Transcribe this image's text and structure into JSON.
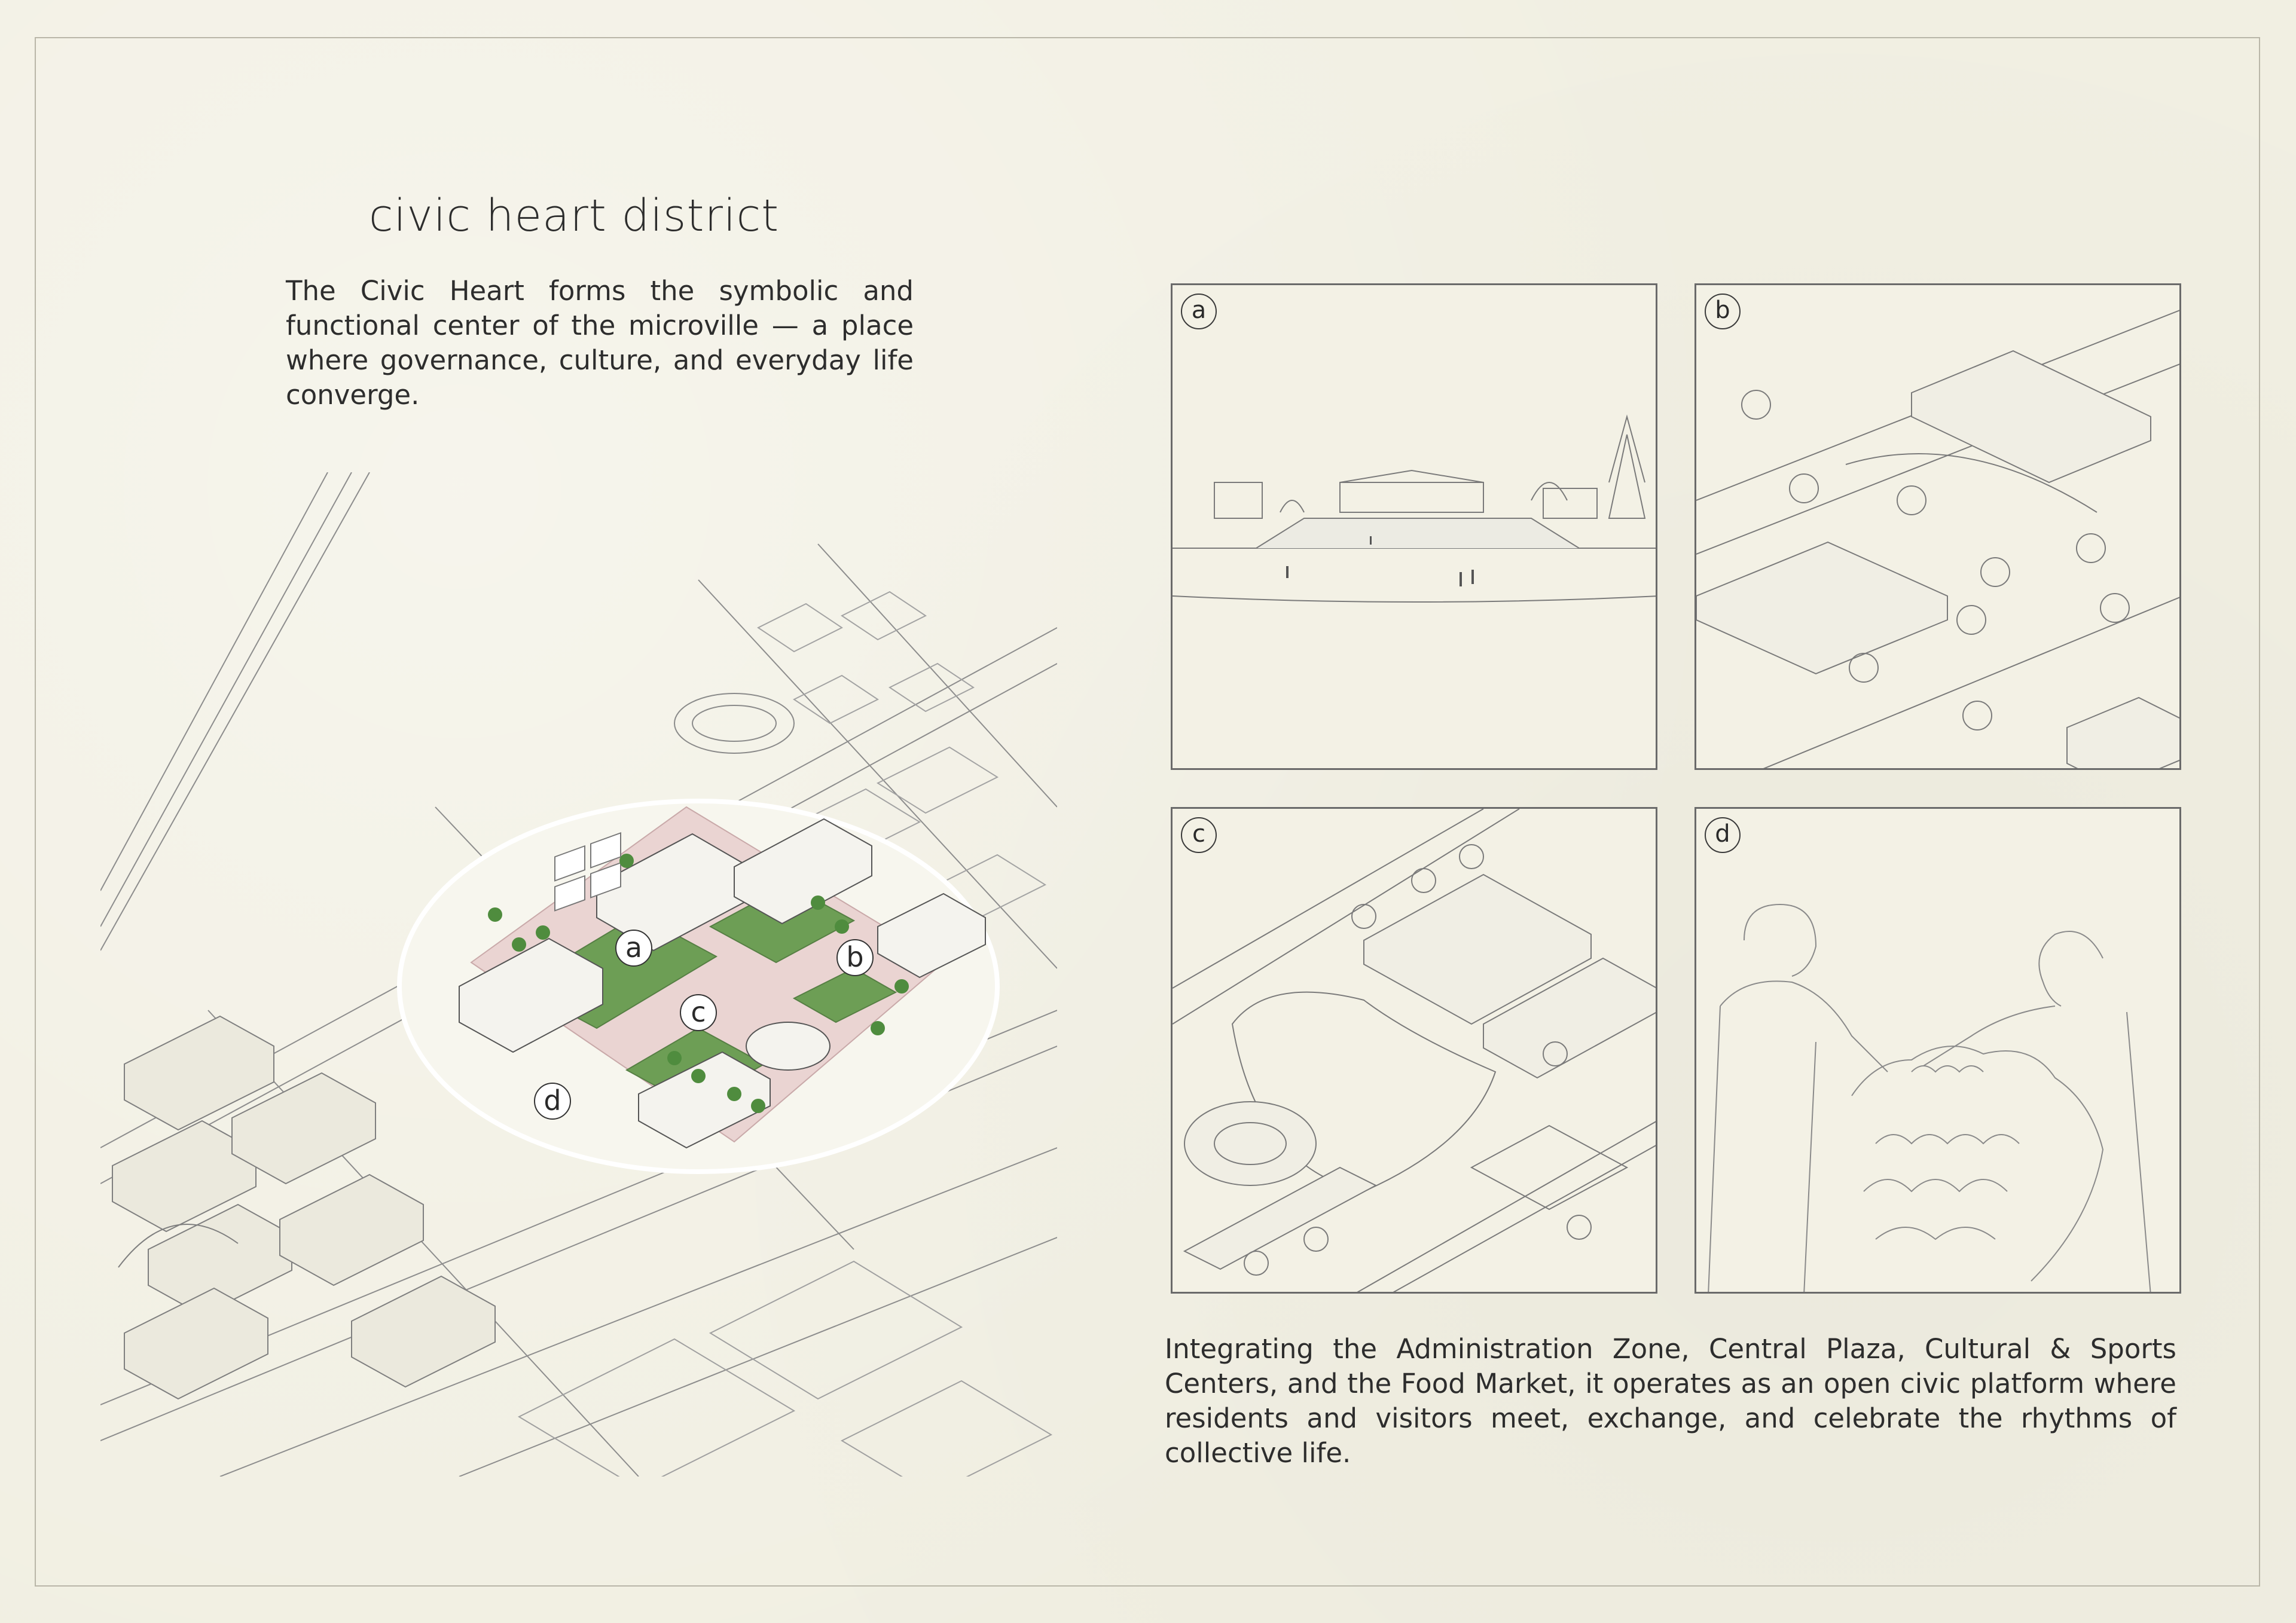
{
  "title": "civic heart district",
  "intro_text": "The Civic Heart forms the symbolic and functional center of the microville — a place where governance, culture, and everyday life converge.",
  "outro_text": "Integrating the Administration Zone, Central Plaza, Cultural & Sports Centers, and the Food Market, it operates as an open civic platform where residents and visitors meet, exchange, and celebrate the rhythms of collective life.",
  "map": {
    "markers": [
      {
        "label": "a"
      },
      {
        "label": "b"
      },
      {
        "label": "c"
      },
      {
        "label": "d"
      }
    ]
  },
  "panels": [
    {
      "label": "a"
    },
    {
      "label": "b"
    },
    {
      "label": "c"
    },
    {
      "label": "d"
    }
  ],
  "colors": {
    "background": "#f1efe2",
    "line": "#8a8a8a",
    "green": "#6fa25a",
    "pink": "#e9cfcf"
  }
}
